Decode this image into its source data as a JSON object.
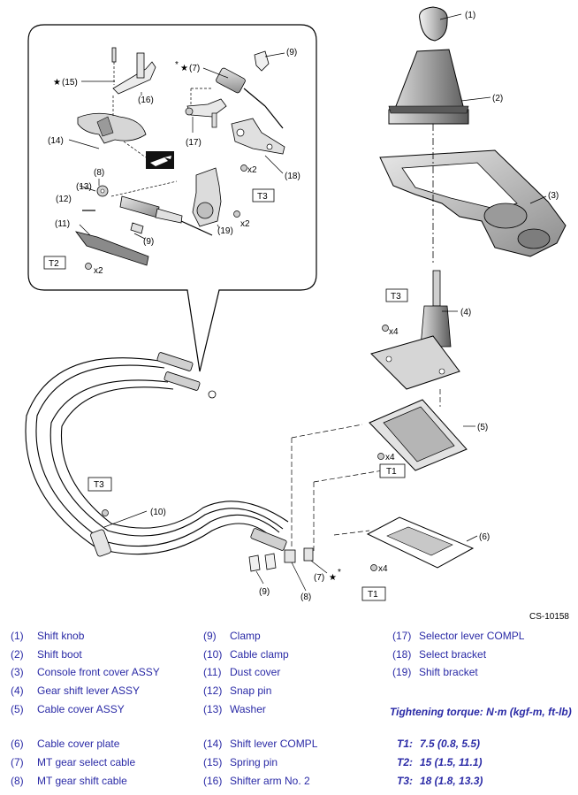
{
  "figure_id": "CS-10158",
  "callouts": {
    "c1": "(1)",
    "c2": "(2)",
    "c3": "(3)",
    "c4": "(4)",
    "c5": "(5)",
    "c6": "(6)",
    "c7_top": "(7)",
    "c7_bottom": "(7)",
    "c8_inset": "(8)",
    "c8_bottom": "(8)",
    "c9_top": "(9)",
    "c9_mid": "(9)",
    "c9_bottom": "(9)",
    "c10": "(10)",
    "c11": "(11)",
    "c12": "(12)",
    "c13": "(13)",
    "c14": "(14)",
    "c15": "(15)",
    "c16": "(16)",
    "c17": "(17)",
    "c18": "(18)",
    "c19": "(19)"
  },
  "marks": {
    "star": "★",
    "star_asterisk": "*",
    "qty_x2": "x2",
    "qty_x4": "x4"
  },
  "torque_tags": {
    "t1": "T1",
    "t2": "T2",
    "t3": "T3"
  },
  "legend": [
    {
      "num": "(1)",
      "name": "Shift knob"
    },
    {
      "num": "(2)",
      "name": "Shift boot"
    },
    {
      "num": "(3)",
      "name": "Console front cover ASSY"
    },
    {
      "num": "(4)",
      "name": "Gear shift lever ASSY"
    },
    {
      "num": "(5)",
      "name": "Cable cover ASSY"
    },
    {
      "num": "(6)",
      "name": "Cable cover plate"
    },
    {
      "num": "(7)",
      "name": "MT gear select cable"
    },
    {
      "num": "(8)",
      "name": "MT gear shift cable"
    },
    {
      "num": "(9)",
      "name": "Clamp"
    },
    {
      "num": "(10)",
      "name": "Cable clamp"
    },
    {
      "num": "(11)",
      "name": "Dust cover"
    },
    {
      "num": "(12)",
      "name": "Snap pin"
    },
    {
      "num": "(13)",
      "name": "Washer"
    },
    {
      "num": "(14)",
      "name": "Shift lever COMPL"
    },
    {
      "num": "(15)",
      "name": "Spring pin"
    },
    {
      "num": "(16)",
      "name": "Shifter arm No. 2"
    },
    {
      "num": "(17)",
      "name": "Selector lever COMPL"
    },
    {
      "num": "(18)",
      "name": "Select bracket"
    },
    {
      "num": "(19)",
      "name": "Shift bracket"
    }
  ],
  "torque": {
    "title": "Tightening torque: N·m (kgf-m, ft-lb)",
    "rows": [
      {
        "key": "T1:",
        "value": "7.5 (0.8, 5.5)"
      },
      {
        "key": "T2:",
        "value": "15 (1.5, 11.1)"
      },
      {
        "key": "T3:",
        "value": "18 (1.8, 13.3)"
      }
    ]
  },
  "colors": {
    "legend_text": "#2a2aa6",
    "line": "#000000",
    "part_fill": "#d9d9d9",
    "part_fill_dark": "#a8a8a8"
  }
}
